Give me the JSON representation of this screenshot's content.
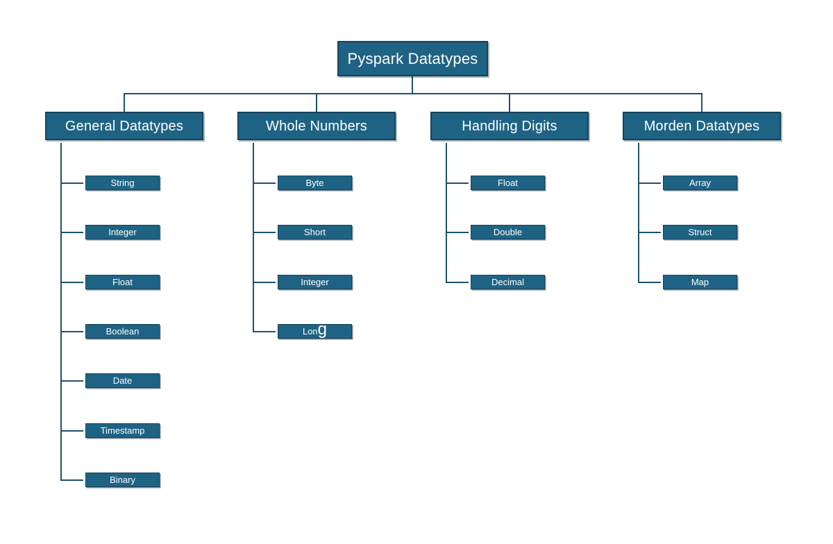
{
  "tree": {
    "root": {
      "label": "Pyspark Datatypes"
    },
    "columns": [
      {
        "label": "General Datatypes",
        "children": [
          {
            "label": "String"
          },
          {
            "label": "Integer"
          },
          {
            "label": "Float"
          },
          {
            "label": "Boolean"
          },
          {
            "label": "Date"
          },
          {
            "label": "Timestamp"
          },
          {
            "label": "Binary"
          }
        ]
      },
      {
        "label": "Whole Numbers",
        "children": [
          {
            "label": "Byte"
          },
          {
            "label": "Short"
          },
          {
            "label": "Integer"
          },
          {
            "label": "Long",
            "oversize_last_char": true
          }
        ]
      },
      {
        "label": "Handling Digits",
        "children": [
          {
            "label": "Float"
          },
          {
            "label": "Double"
          },
          {
            "label": "Decimal"
          }
        ]
      },
      {
        "label": "Morden Datatypes",
        "children": [
          {
            "label": "Array"
          },
          {
            "label": "Struct"
          },
          {
            "label": "Map"
          }
        ]
      }
    ]
  },
  "colors": {
    "node_fill": "#1f6384",
    "node_border": "#16425a",
    "connector": "#1d506a",
    "text": "#ffffff",
    "background": "#ffffff"
  }
}
